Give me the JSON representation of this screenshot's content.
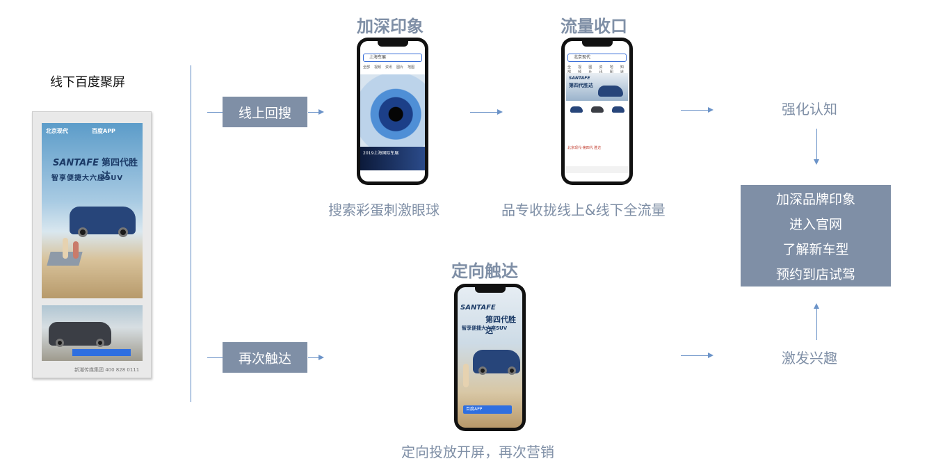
{
  "left": {
    "title": "线下百度聚屏",
    "poster": {
      "brand": "北京现代",
      "app": "百度APP",
      "logo": "SANTAFE",
      "product": "第四代胜达",
      "slogan": "智享便捷大六座SUV",
      "footer": "新潮传媒集团 400 828 0111"
    }
  },
  "steps": {
    "online_search": "线上回搜",
    "retarget": "再次触达"
  },
  "headlines": {
    "deepen": "加深印象",
    "traffic": "流量收口",
    "targeted": "定向触达"
  },
  "captions": {
    "deepen": "搜索彩蛋刺激眼球",
    "traffic": "品专收拢线上&线下全流量",
    "targeted": "定向投放开屏，再次营销"
  },
  "phones": {
    "deepen": {
      "search_text": "上海车展",
      "tabs": [
        "全部",
        "视频",
        "资讯",
        "图片",
        "地图"
      ],
      "banner_title": "2019上海国际车展"
    },
    "traffic": {
      "search_text": "北京现代",
      "tabs": [
        "全部",
        "视频",
        "图片",
        "资讯",
        "地图",
        "知道"
      ],
      "ad_logo": "SANTAFE",
      "ad_product": "第四代胜达",
      "link_text": "北京现代-第四代 胜达"
    },
    "targeted": {
      "logo": "SANTAFE",
      "product": "第四代胜达",
      "slogan": "智享便捷大六座SUV",
      "app": "百度APP"
    }
  },
  "outcomes": {
    "awareness": "强化认知",
    "interest": "激发兴趣",
    "result_lines": [
      "加深品牌印象",
      "进入官网",
      "了解新车型",
      "预约到店试驾"
    ]
  },
  "colors": {
    "box_grey": "#7f8fa6",
    "arrow_blue": "#6b93c8",
    "divider_blue": "#5a86c2"
  }
}
